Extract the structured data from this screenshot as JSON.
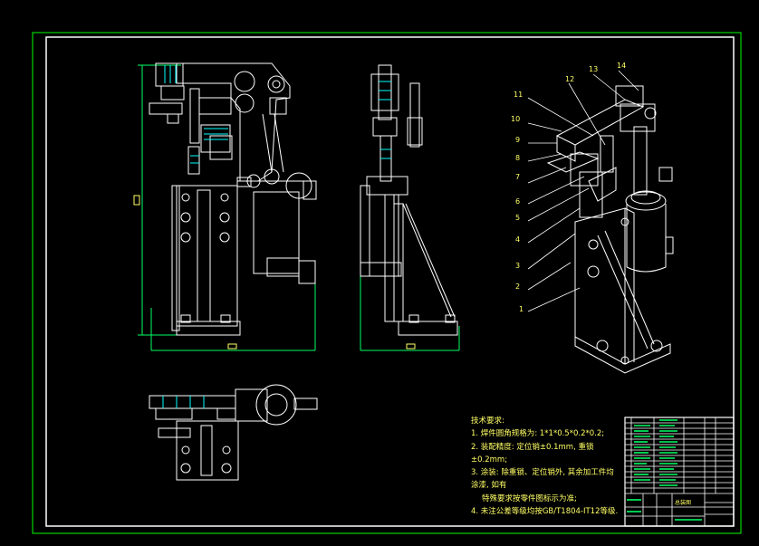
{
  "drawing": {
    "colors": {
      "background": "#000000",
      "frame": "#00ff00",
      "geometry": "#ffffff",
      "cyan": "#00ffff",
      "text": "#ffff66",
      "dimension": "#00ff66"
    },
    "technical_requirements": {
      "heading": "技术要求:",
      "lines": [
        "1. 焊件圆角规格为: 1*1*0.5*0.2*0.2;",
        "2. 装配精度: 定位销±0.1mm, 重锁",
        "±0.2mm;",
        "3. 涂装: 除重锁、定位销外, 其余加工件均",
        "涂漆, 如有",
        "特殊要求按零件图标示为准;",
        "4. 未注公差等级均按GB/T1804-IT12等级."
      ]
    },
    "balloons": [
      "1",
      "2",
      "3",
      "4",
      "5",
      "6",
      "7",
      "8",
      "9",
      "10",
      "11",
      "12",
      "13",
      "14"
    ],
    "title_block": {
      "name": "总装图"
    }
  }
}
